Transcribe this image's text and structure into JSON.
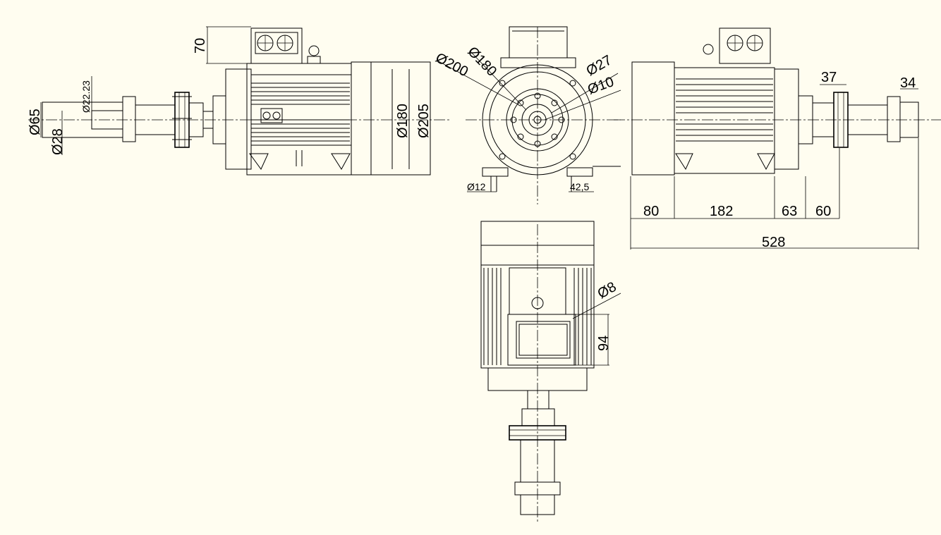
{
  "drawing": {
    "dimensions": {
      "height_70": "70",
      "dia_22_23": "Ø22.23",
      "dia_65": "Ø65",
      "dia_28": "Ø28",
      "dia_180_side": "Ø180",
      "dia_205": "Ø205",
      "dia_200": "Ø200",
      "dia_180_front": "Ø180",
      "dia_27": "Ø27",
      "dia_10": "Ø10",
      "dia_12": "Ø12",
      "dist_42_5": "42,5",
      "len_80": "80",
      "len_182": "182",
      "len_63": "63",
      "len_60": "60",
      "len_528": "528",
      "len_37": "37",
      "len_34": "34",
      "dia_8": "Ø8",
      "height_94": "94"
    }
  }
}
